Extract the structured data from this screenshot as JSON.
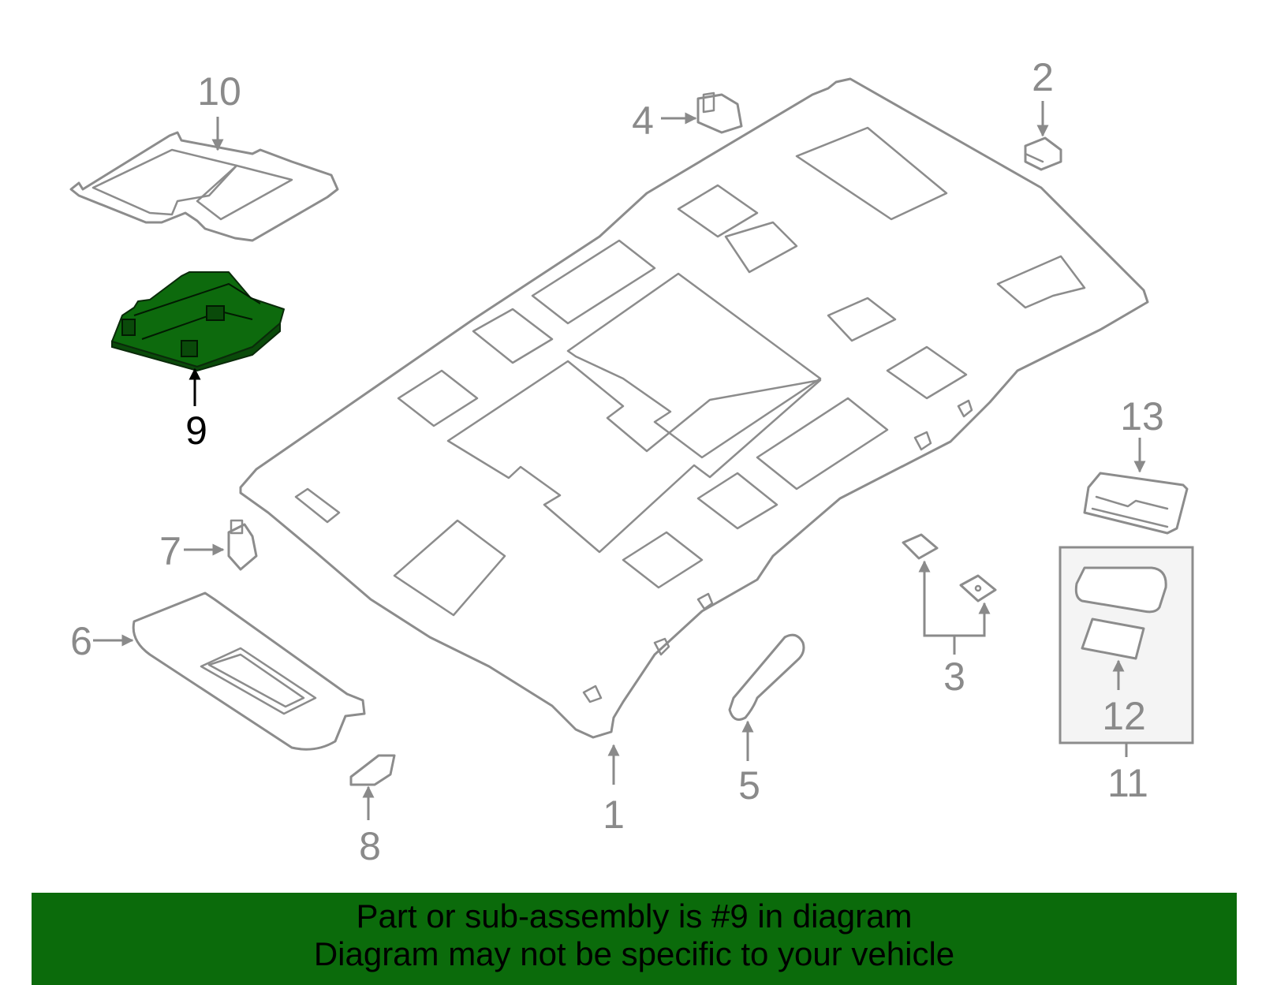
{
  "diagram": {
    "callouts": [
      "1",
      "2",
      "3",
      "4",
      "5",
      "6",
      "7",
      "8",
      "9",
      "10",
      "11",
      "12",
      "13"
    ],
    "highlighted_part": "9",
    "colors": {
      "line": "#8c8c8c",
      "highlight_fill": "#0d6a0d",
      "highlight_label": "#000000",
      "label": "#8a8a8a",
      "kit_box_fill": "#f4f4f4"
    }
  },
  "banner": {
    "line1": "Part or sub-assembly is #9 in diagram",
    "line2": "Diagram may not be specific to your vehicle",
    "background": "#0b6b0b"
  }
}
